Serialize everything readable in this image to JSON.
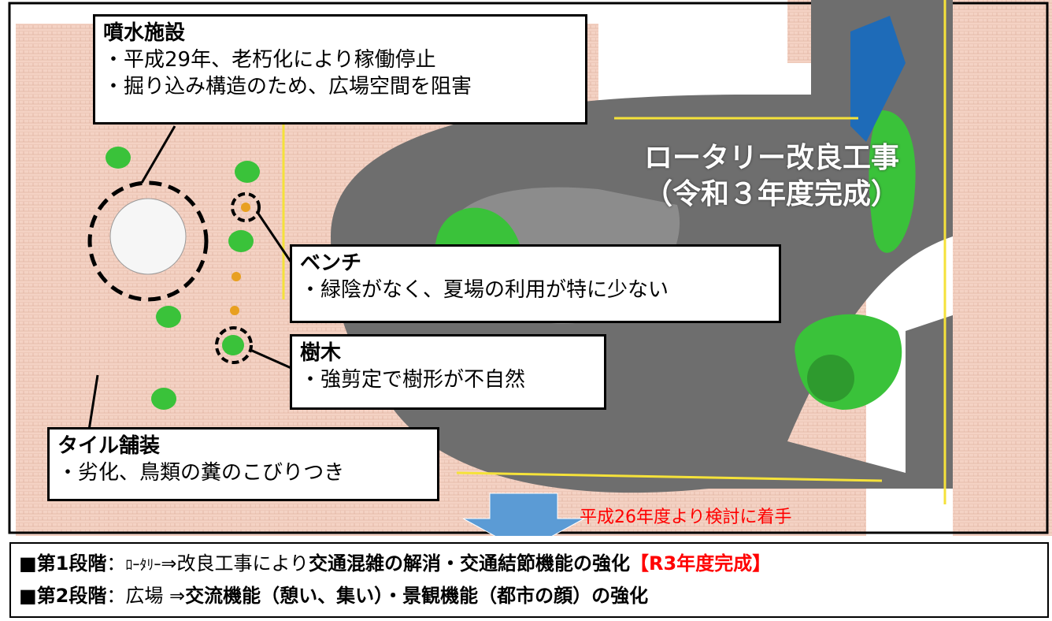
{
  "callouts": {
    "fountain": {
      "title": "噴水施設",
      "lines": [
        "・平成29年、老朽化により稼働停止",
        "・掘り込み構造のため、広場空間を阻害"
      ]
    },
    "bench": {
      "title": "ベンチ",
      "lines": [
        "・緑陰がなく、夏場の利用が特に少ない"
      ]
    },
    "trees": {
      "title": "樹木",
      "lines": [
        "・強剪定で樹形が不自然"
      ]
    },
    "tile": {
      "title": "タイル舗装",
      "lines": [
        "・劣化、鳥類の糞のこびりつき"
      ]
    }
  },
  "rotary_label": {
    "line1": "ロータリー改良工事",
    "line2": "（令和３年度完成）"
  },
  "note": "平成26年度より検討に着手",
  "bottom": {
    "stage1": {
      "mark": "■",
      "name": "第1段階",
      "sep": "：",
      "subject": "ﾛｰﾀﾘｰ",
      "arrow": "⇒",
      "pre": "改良工事により",
      "bold": "交通混雑の解消・交通結節機能の強化",
      "status": "【R3年度完成】"
    },
    "stage2": {
      "mark": "■",
      "name": "第2段階",
      "sep": "：",
      "subject": "広場 ",
      "arrow": "⇒",
      "bold": "交流機能（憩い、集い）・景観機能（都市の顔）の強化"
    }
  },
  "colors": {
    "plaza": "#f4d2c4",
    "road": "#6e6e6e",
    "green": "#3ac23a",
    "arrow": "#5b9bd5",
    "note": "#ff0000"
  }
}
